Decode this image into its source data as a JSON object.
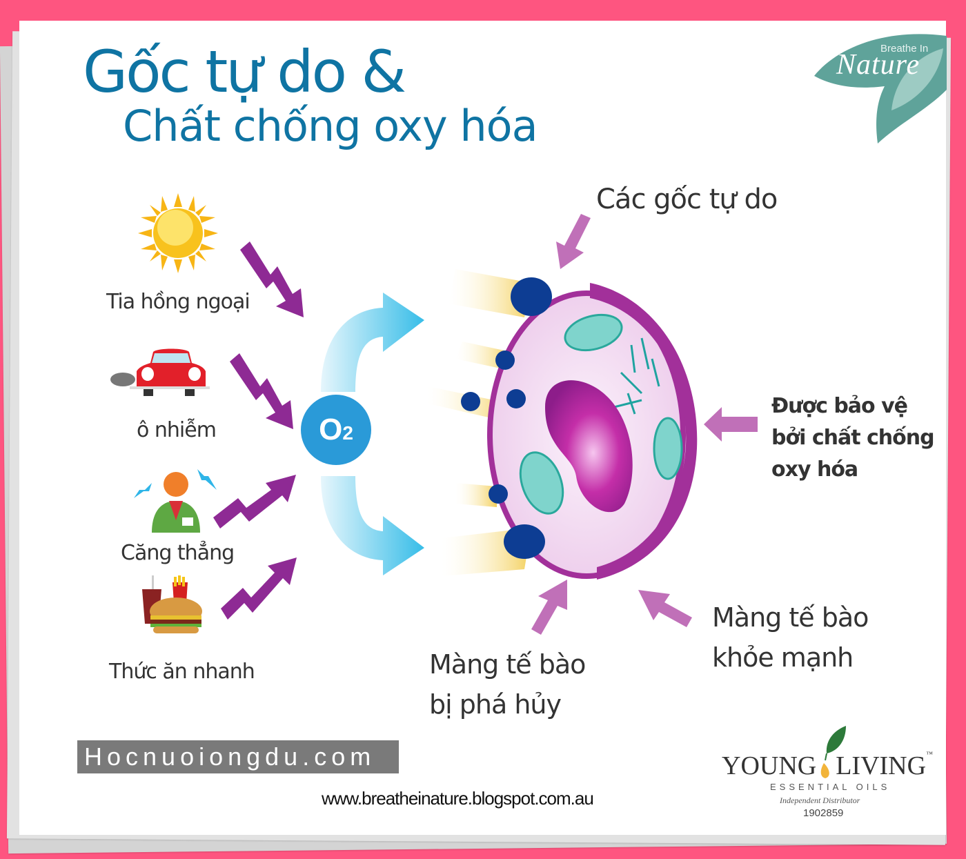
{
  "colors": {
    "frame": "#fe5580",
    "paper": "#ffffff",
    "title": "#0f74a3",
    "lightning_arrow": "#8e2a94",
    "pointer_arrow": "#c070b8",
    "o2_circle": "#2a9ad8",
    "cell_membrane": "#a2309a",
    "free_radical_dot": "#0d3d93",
    "mitochondria": "#7fd4cc",
    "logo_leaf": "#5fa39a"
  },
  "header": {
    "title_line1": "Gốc tự do &",
    "title_line2": "Chất chống oxy hóa"
  },
  "logo_top": {
    "small_text": "Breathe In",
    "script_text": "Nature"
  },
  "sources": [
    {
      "label": "Tia hồng ngoại",
      "icon": "sun-icon"
    },
    {
      "label": "ô nhiễm",
      "icon": "car-icon"
    },
    {
      "label": "Căng thẳng",
      "icon": "stressed-person-icon"
    },
    {
      "label": "Thức ăn nhanh",
      "icon": "fast-food-icon"
    }
  ],
  "center": {
    "o2_main": "O",
    "o2_sub": "2"
  },
  "cell_labels": {
    "free_radicals": "Các gốc tự do",
    "protected_line1": "Được bảo vệ",
    "protected_line2": "bởi chất chống",
    "protected_line3": "oxy hóa",
    "damaged_line1": "Màng tế bào",
    "damaged_line2": "bị phá hủy",
    "healthy_line1": "Màng tế bào",
    "healthy_line2": "khỏe mạnh"
  },
  "footer": {
    "watermark": "Hocnuoiongdu.com",
    "url": "www.breatheinature.blogspot.com.au",
    "brand_left": "YOUNG",
    "brand_right": "LIVING",
    "brand_tm": "™",
    "brand_sub": "ESSENTIAL OILS",
    "brand_dist": "Independent Distributor",
    "brand_id": "1902859"
  }
}
